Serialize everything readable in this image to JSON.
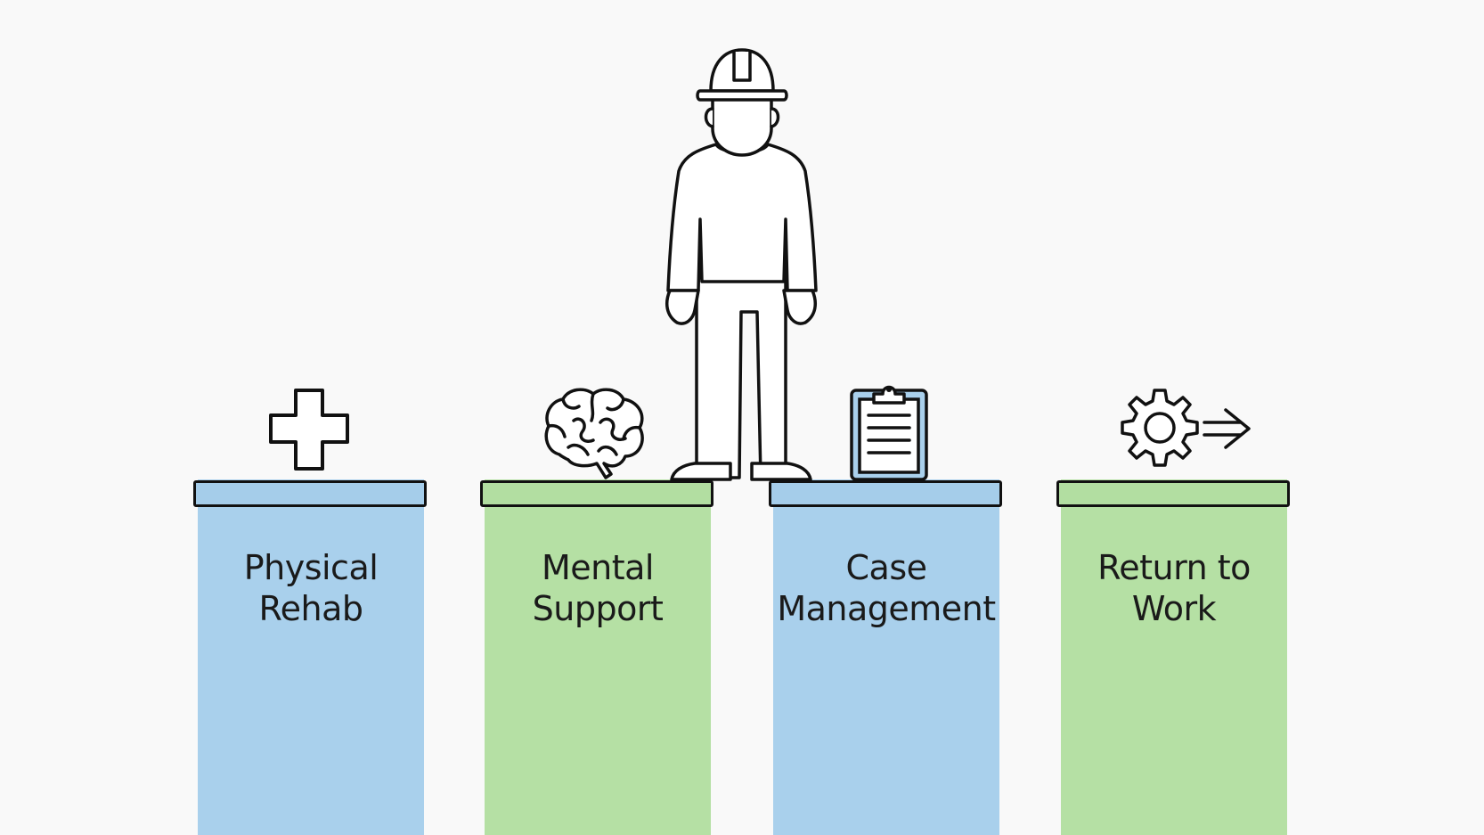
{
  "pillars": [
    {
      "label_line1": "Physical",
      "label_line2": "Rehab",
      "color": "#a9d0ec",
      "icon": "medical-cross-icon"
    },
    {
      "label_line1": "Mental",
      "label_line2": "Support",
      "color": "#b5e0a4",
      "icon": "brain-icon"
    },
    {
      "label_line1": "Case",
      "label_line2": "Management",
      "color": "#a9d0ec",
      "icon": "clipboard-icon"
    },
    {
      "label_line1": "Return to",
      "label_line2": "Work",
      "color": "#b5e0a4",
      "icon": "gear-arrow-icon"
    }
  ],
  "figure": {
    "icon": "worker-hardhat-icon"
  }
}
